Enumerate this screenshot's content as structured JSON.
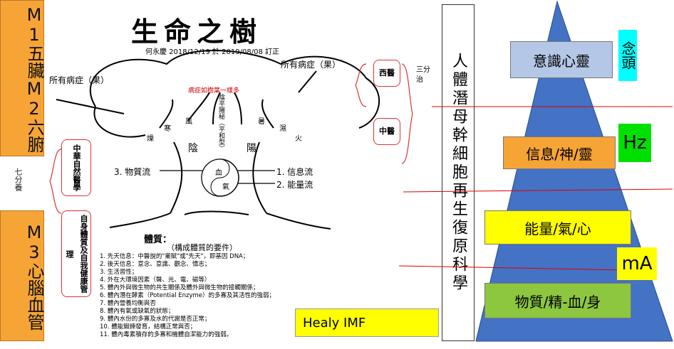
{
  "left_boxes": {
    "m1_m2": "M1五臟M2六腑",
    "seven_parts": "七分養",
    "m3": "M3心腦血管"
  },
  "tree": {
    "title": "生命之樹",
    "author_line": "何永慶  2018/12/19   於 2019/08/08 訂正",
    "left_symptom": "所有病症（果）",
    "right_symptom": "所有病症（果）",
    "canopy_note": "病症如樹葉一樣多",
    "western": "西醫",
    "chinese": "中醫",
    "three_parts_treat": "三分治",
    "cold": "寒",
    "dry": "燥",
    "wind": "風",
    "heat_summer": "暑",
    "damp": "濕",
    "fire": "火",
    "balance": "陰平陽秘（平和型）",
    "yin": "陰",
    "yang": "陽",
    "natural_medicine": "中華自然醫學",
    "self_health": "自身體質及自我健康管理",
    "flow_matter": "3. 物質流",
    "flow_info": "1. 信息流",
    "flow_energy": "2. 能量流",
    "blood": "血",
    "qi": "氣",
    "constitution_title": "體質：",
    "constitution_sub": "（構成體質的要件）",
    "list": [
      "1. 先天信息：中醫說的\"稟賦\"或\"先天\"，即基因 DNA；",
      "2. 後天信息：意念、意識、觀念、情志；",
      "3. 生活習性；",
      "4. 外在大環境因素（聲、光、電、磁等）",
      "5. 體內外與微生物的共生關係及體外與微生物的接觸關係；",
      "6. 體內潛在酵素（Potential Enzyme）的多寡及其活性的強弱；",
      "7. 體內營養均衡與否",
      "8. 體內有氧或缺氧的狀態；",
      "9. 體內水份的多寡及水的代謝是否正常；",
      "10. 體能鍛鍊發育，結構正常與否；",
      "11. 體內毒素積存的多寡和機體自潔能力的強弱。"
    ]
  },
  "middle_column": "人體潛母幹細胞再生復原科學",
  "healy": "Healy IMF",
  "pyramid": {
    "layers": [
      "意識心靈",
      "信息/神/靈",
      "能量/氣/心",
      "物質/精-血/身"
    ],
    "tags": [
      "念頭",
      "Hz",
      "mA"
    ],
    "colors": {
      "pyramid": "#4472c4",
      "consciousness": "#b4c7e7",
      "information": "#f7a437",
      "energy": "#ffff00",
      "matter": "#8dc63f",
      "nian_tou": "#00ffff",
      "hz": "#00e000",
      "ma": "#ffff00"
    }
  }
}
